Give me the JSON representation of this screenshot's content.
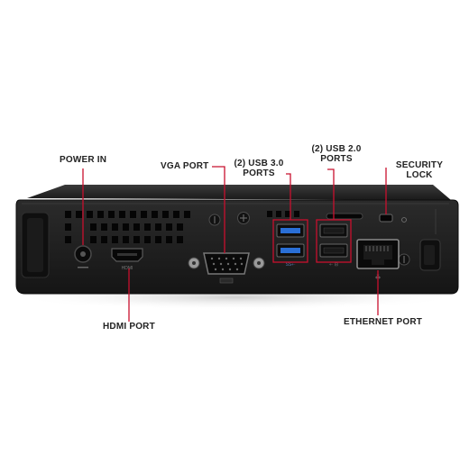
{
  "labels": {
    "power_in": "POWER IN",
    "vga_port": "VGA PORT",
    "usb30_line1": "(2) USB 3.0",
    "usb30_line2": "PORTS",
    "usb20_line1": "(2) USB 2.0",
    "usb20_line2": "PORTS",
    "security_line1": "SECURITY",
    "security_line2": "LOCK",
    "hdmi_port": "HDMI PORT",
    "ethernet_port": "ETHERNET PORT"
  },
  "colors": {
    "callout": "#c8102e",
    "chassis": "#1c1c1c",
    "usb3_blue": "#2a6fd6",
    "text": "#222222"
  }
}
